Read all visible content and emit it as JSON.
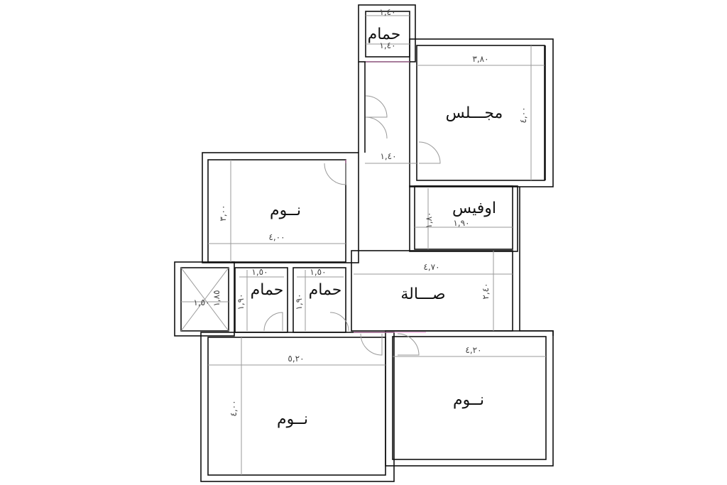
{
  "rooms": {
    "bath_top": "حمام",
    "majlis": "مجـــلس",
    "bedroom_1": "نــوم",
    "office": "اوفيس",
    "bath_left": "حمام",
    "bath_right": "حمام",
    "hall": "صـــالة",
    "bedroom_2": "نــوم",
    "bedroom_3": "نــوم"
  },
  "dimensions": {
    "bath_top_width": "١,٤٠",
    "bath_top_inner": "١,٤٠",
    "majlis_width": "٣,٨٠",
    "majlis_height": "٤,٠٠",
    "corridor_width": "١,٤٠",
    "bedroom_1_height": "٣,٠٠",
    "bedroom_1_width": "٤,٠٠",
    "office_height": "١,٨٠",
    "office_width": "١,٩٠",
    "hall_width": "٤,٧٠",
    "hall_height": "٢,٤٠",
    "bath_left_width": "١,٥٠",
    "bath_left_height": "١,٩٠",
    "bath_right_width": "١,٥٠",
    "bath_right_height": "١,٩٠",
    "shaft_a": "١,٥٠",
    "shaft_b": "١,٨٥",
    "bedroom_2_width": "٥,٢٠",
    "bedroom_2_height": "٤,٠٠",
    "bedroom_3_width": "٤,٢٠"
  }
}
